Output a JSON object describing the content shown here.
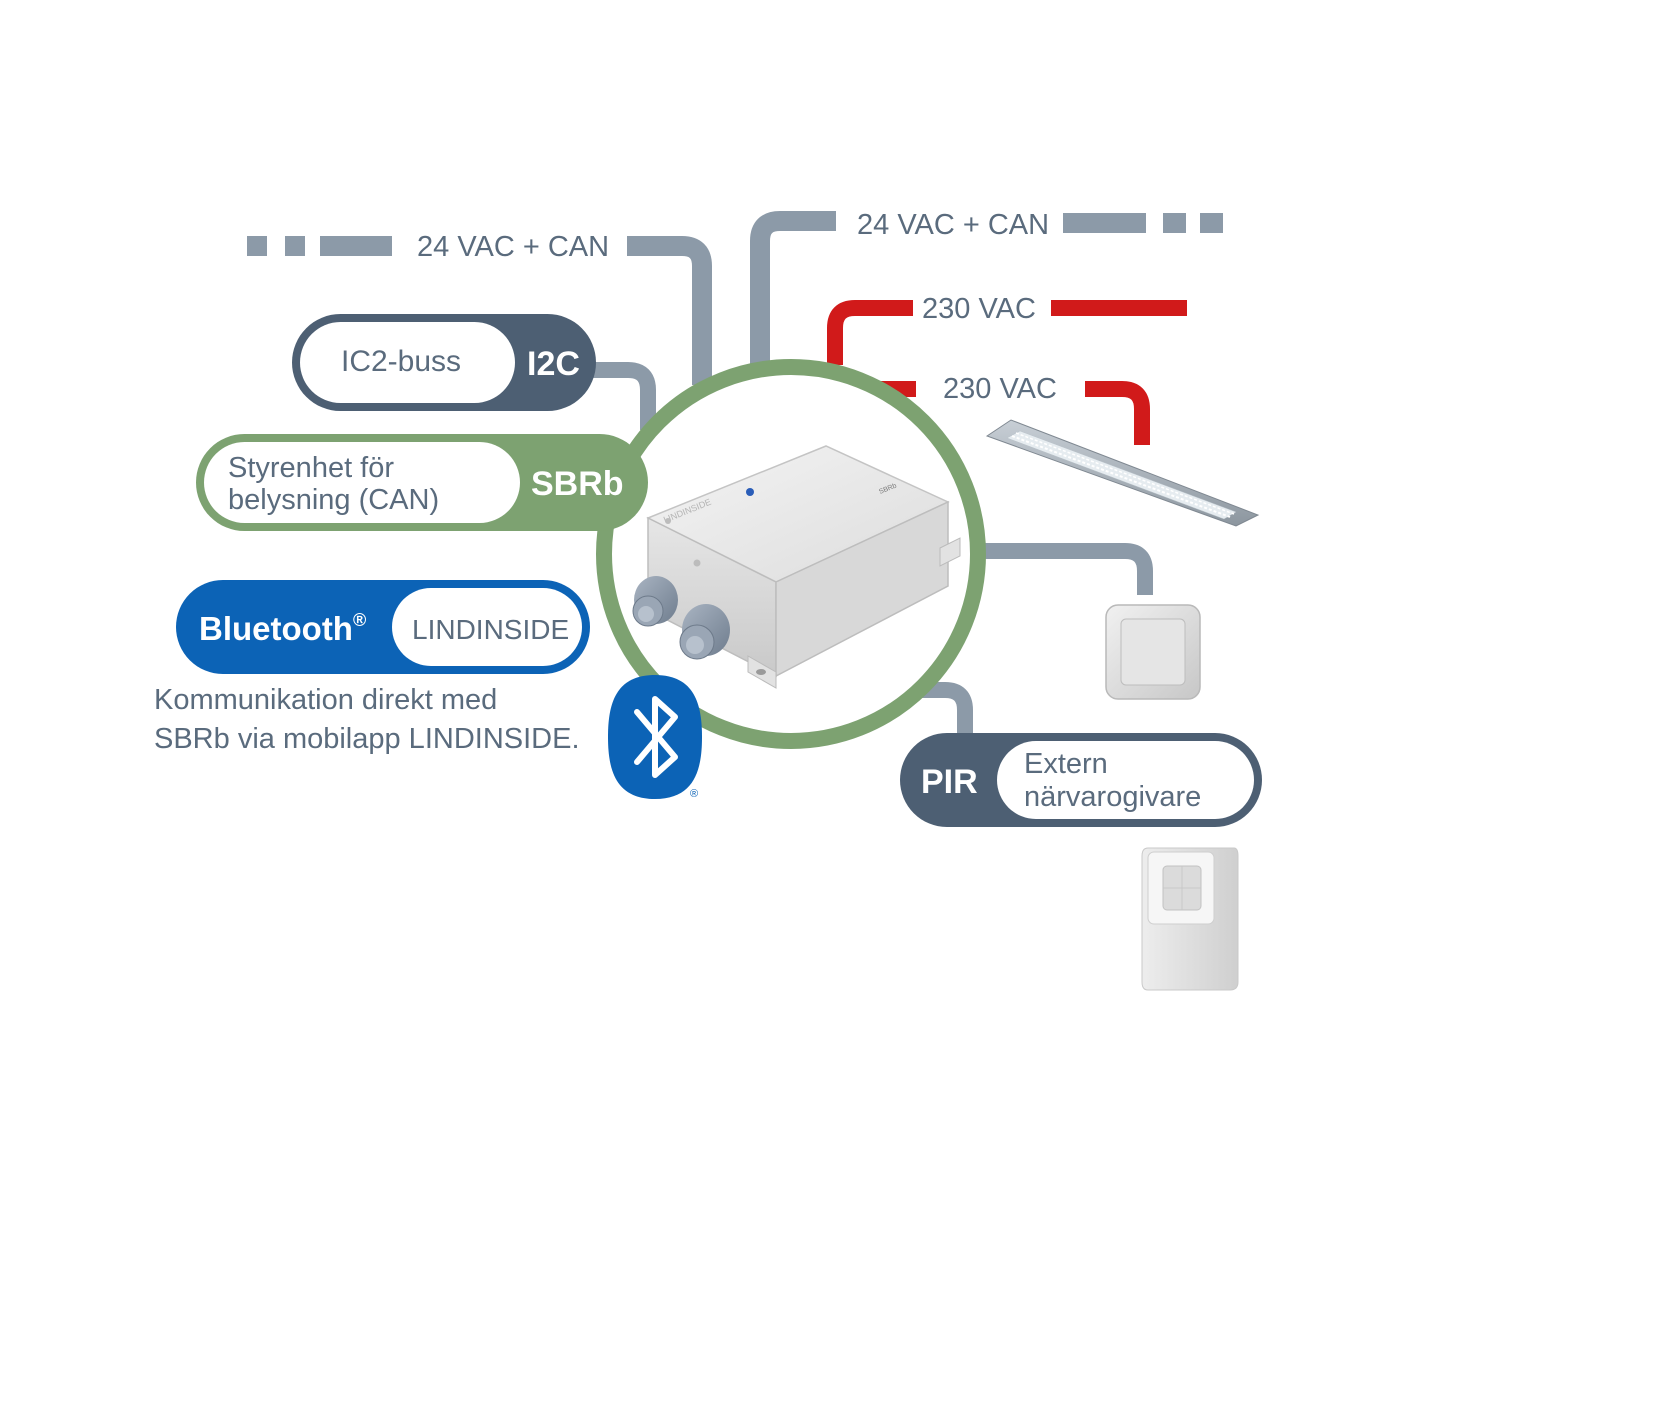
{
  "colors": {
    "cable_grey": "#8c9aa8",
    "cable_red": "#d11a1a",
    "pill_dark": "#4d5f73",
    "pill_green": "#7da271",
    "pill_blue": "#0c63b6",
    "text_grey": "#5a6b7d"
  },
  "lines": {
    "vac_can_left": "24 VAC + CAN",
    "vac_can_right": "24 VAC + CAN",
    "vac230_top": "230 VAC",
    "vac230_mid": "230 VAC"
  },
  "pills": {
    "i2c": {
      "label": "IC2-buss",
      "tag": "I2C"
    },
    "sbrb": {
      "label_line1": "Styrenhet för",
      "label_line2": "belysning (CAN)",
      "tag": "SBRb"
    },
    "bluetooth": {
      "tag": "Bluetooth",
      "tag_mark": "®",
      "label": "LINDINSIDE"
    },
    "pir": {
      "tag": "PIR",
      "label_line1": "Extern",
      "label_line2": "närvarogivare"
    }
  },
  "bluetooth_note": {
    "line1": "Kommunikation direkt med",
    "line2": "SBRb via mobilapp LINDINSIDE."
  },
  "icons": [
    "controller-box-icon",
    "bluetooth-logo-icon",
    "linear-luminaire-icon",
    "wall-switch-icon",
    "pir-sensor-icon"
  ]
}
